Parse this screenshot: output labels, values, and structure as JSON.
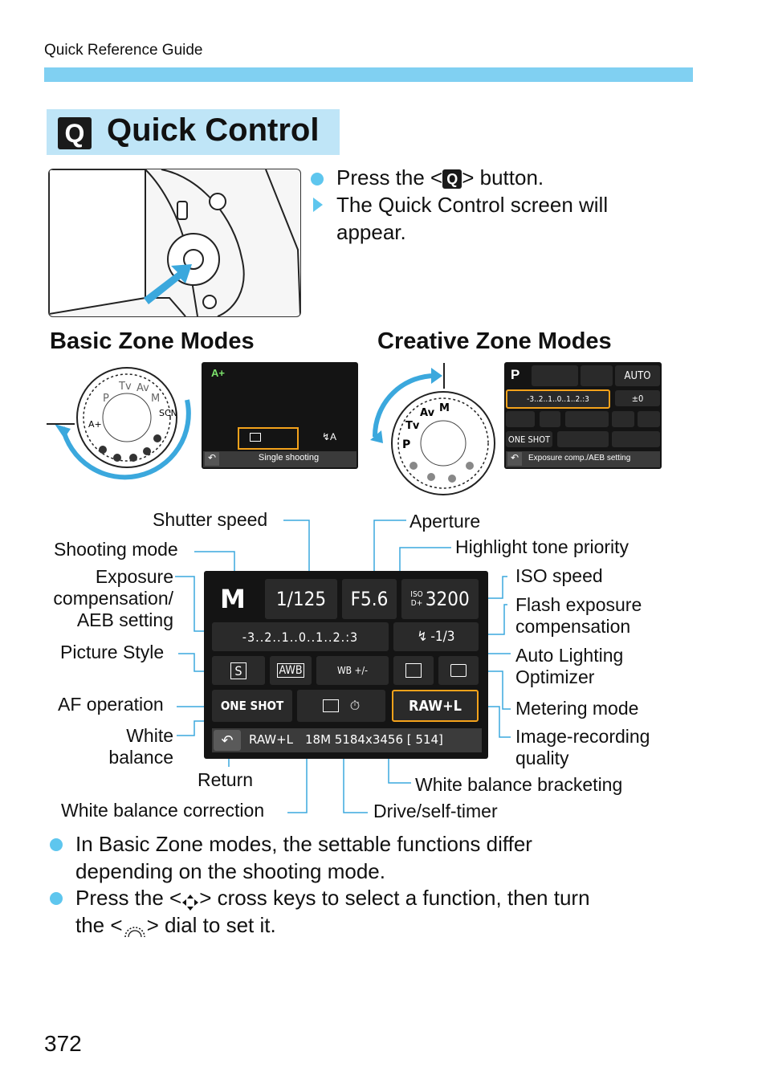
{
  "header": {
    "running_title": "Quick Reference Guide"
  },
  "section": {
    "title": "Quick Control",
    "title_icon": "Q"
  },
  "intro": {
    "step1_before": "Press the <",
    "step1_icon": "Q",
    "step1_after": "> button.",
    "result_line1": "The Quick Control screen will",
    "result_line2": "appear."
  },
  "headings": {
    "basic": "Basic Zone Modes",
    "creative": "Creative Zone Modes"
  },
  "basic_screen": {
    "footer": "Single shooting"
  },
  "creative_screen": {
    "mode": "P",
    "iso": "AUTO",
    "scale": "-3..2..1..0..1..2.:3",
    "flash": "±0",
    "af": "ONE SHOT",
    "footer": "Exposure comp./AEB setting"
  },
  "main_screen": {
    "mode": "M",
    "shutter": "1/125",
    "aperture": "F5.6",
    "iso": "3200",
    "iso_tag_top": "ISO",
    "iso_tag_bottom": "D+",
    "scale": "-3..2..1..0..1..2.:3",
    "flash_comp": "-1/3",
    "picture_style": "S",
    "wb": "AWB",
    "wb_corr": "WB +/-",
    "af": "ONE SHOT",
    "quality": "RAW+L",
    "footer_quality": "RAW+L",
    "footer_size": "18M 5184x3456 [ 514]"
  },
  "labels": {
    "shutter_speed": "Shutter speed",
    "aperture": "Aperture",
    "shooting_mode": "Shooting mode",
    "highlight_tone_priority": "Highlight tone priority",
    "exposure_comp_1": "Exposure",
    "exposure_comp_2": "compensation/",
    "exposure_comp_3": "AEB setting",
    "iso_speed": "ISO speed",
    "flash_exp_1": "Flash exposure",
    "flash_exp_2": "compensation",
    "picture_style": "Picture Style",
    "alo_1": "Auto Lighting",
    "alo_2": "Optimizer",
    "af_operation": "AF operation",
    "metering_mode": "Metering mode",
    "white_balance_1": "White",
    "white_balance_2": "balance",
    "image_quality_1": "Image-recording",
    "image_quality_2": "quality",
    "return": "Return",
    "wb_bracketing": "White balance bracketing",
    "wb_correction": "White balance correction",
    "drive": "Drive/self-timer"
  },
  "notes": {
    "note1_line1": "In Basic Zone modes, the settable functions differ",
    "note1_line2": "depending on the shooting mode.",
    "note2_line1_before": "Press the <",
    "note2_line1_after": "> cross keys to select a function, then turn",
    "note2_line2_before": "the <",
    "note2_line2_after": "> dial to set it."
  },
  "footer": {
    "page_number": "372"
  },
  "colors": {
    "accent_bar": "#80d0f2",
    "title_box": "#bfe5f7",
    "bullet": "#5ec6ee",
    "selected": "#f3a21b"
  }
}
